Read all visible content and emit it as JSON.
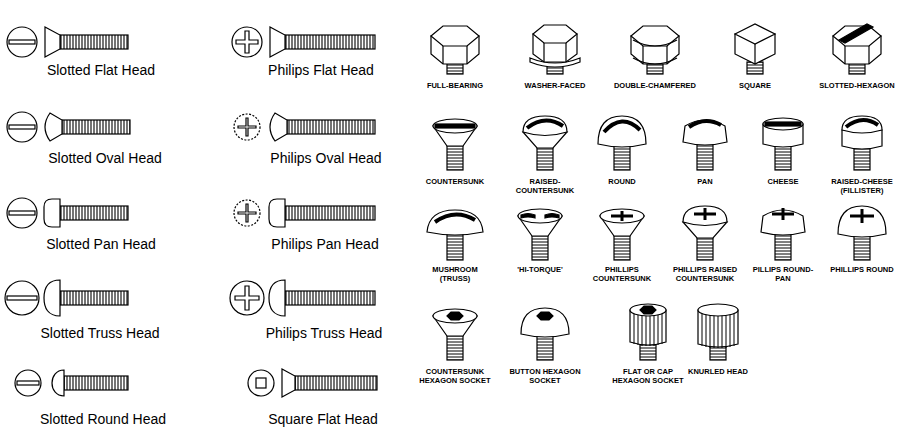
{
  "diagram": {
    "labels": [
      "Slotted Flat Head",
      "Philips Flat Head",
      "Slotted Oval Head",
      "Philips Oval Head",
      "Slotted Pan Head",
      "Philips Pan Head",
      "Slotted Truss Head",
      "Philips Truss Head",
      "Slotted Round Head",
      "Square Flat Head",
      "FULL-BEARING",
      "WASHER-FACED",
      "DOUBLE-CHAMFERED",
      "SQUARE",
      "SLOTTED-HEXAGON",
      "COUNTERSUNK",
      "RAISED- COUNTERSUNK",
      "ROUND",
      "PAN",
      "CHEESE",
      "RAISED-CHEESE (FILLISTER)",
      "MUSHROOM (TRUSS)",
      "'HI-TORQUE'",
      "PHILLIPS COUNTERSUNK",
      "PHILLIPS RAISED COUNTERSUNK",
      "PILLIPS ROUND-PAN",
      "PHILLIPS ROUND",
      "COUNTERSUNK HEXAGON SOCKET",
      "BUTTON HEXAGON SOCKET",
      "FLAT OR CAP HEXAGON SOCKET",
      "KNURLED HEAD"
    ]
  }
}
